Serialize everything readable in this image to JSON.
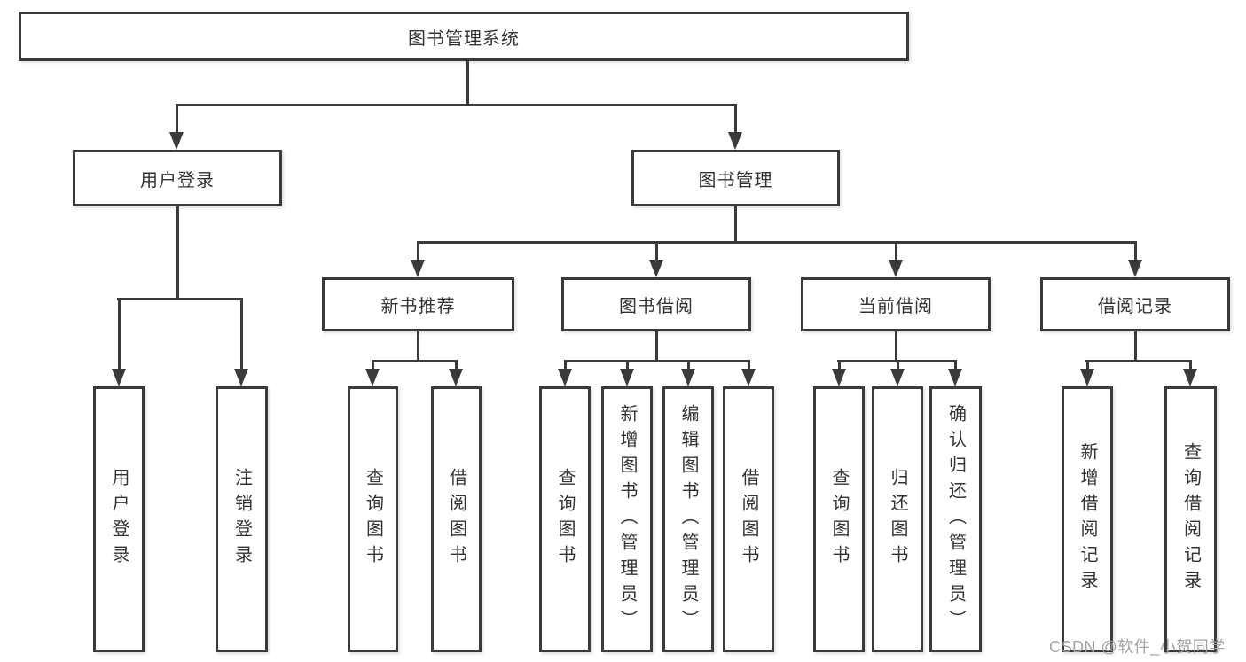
{
  "diagram": {
    "root": "图书管理系统",
    "user_login": {
      "label": "用户登录",
      "children": {
        "login": "用户登录",
        "logout": "注销登录"
      }
    },
    "book_management": {
      "label": "图书管理",
      "modules": {
        "new_book_recommendation": {
          "label": "新书推荐",
          "children": {
            "query_books": "查询图书",
            "borrow_books": "借阅图书"
          }
        },
        "book_borrowing": {
          "label": "图书借阅",
          "children": {
            "query_books": "查询图书",
            "add_books_admin": "新增图书（管理员）",
            "edit_books_admin": "编辑图书（管理员）",
            "borrow_books": "借阅图书"
          }
        },
        "current_borrowing": {
          "label": "当前借阅",
          "children": {
            "query_books": "查询图书",
            "return_books": "归还图书",
            "confirm_return_admin": "确认归还（管理员）"
          }
        },
        "borrowing_records": {
          "label": "借阅记录",
          "children": {
            "add_record": "新增借阅记录",
            "query_record": "查询借阅记录"
          }
        }
      }
    }
  },
  "colors": {
    "line": "#3a3a3a",
    "text": "#333333",
    "watermark": "#9e9e9e",
    "background": "#ffffff"
  },
  "watermark": "CSDN @软件_小贺同学"
}
